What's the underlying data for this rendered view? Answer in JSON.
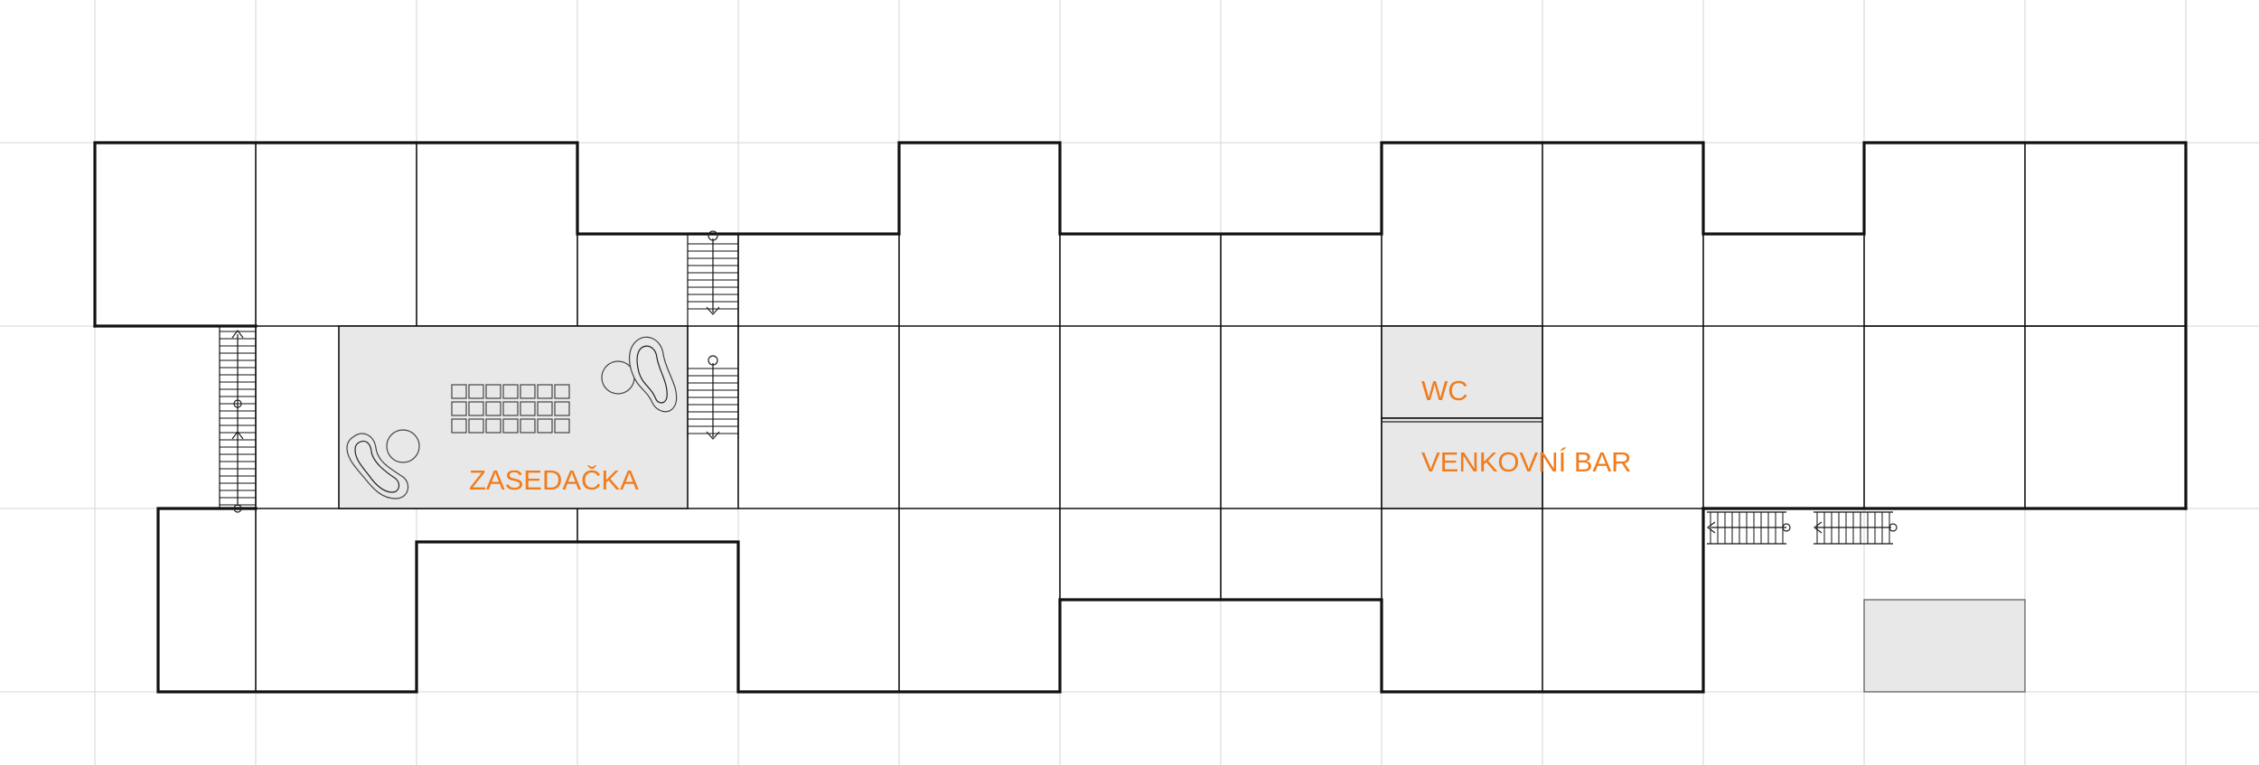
{
  "plan": {
    "rooms": [
      {
        "id": "wc",
        "label": "WC"
      },
      {
        "id": "bar",
        "label": "VENKOVNÍ BAR"
      },
      {
        "id": "meeting",
        "label": "ZASEDAČKA"
      }
    ],
    "colors": {
      "label": "#f07c1c",
      "wall": "#111111",
      "grid": "#d6d6d6",
      "room_fill": "#e8e8e8",
      "background": "#ffffff"
    },
    "icons": [
      "stair-icon",
      "table-icon",
      "chair-icon",
      "planter-icon"
    ]
  }
}
